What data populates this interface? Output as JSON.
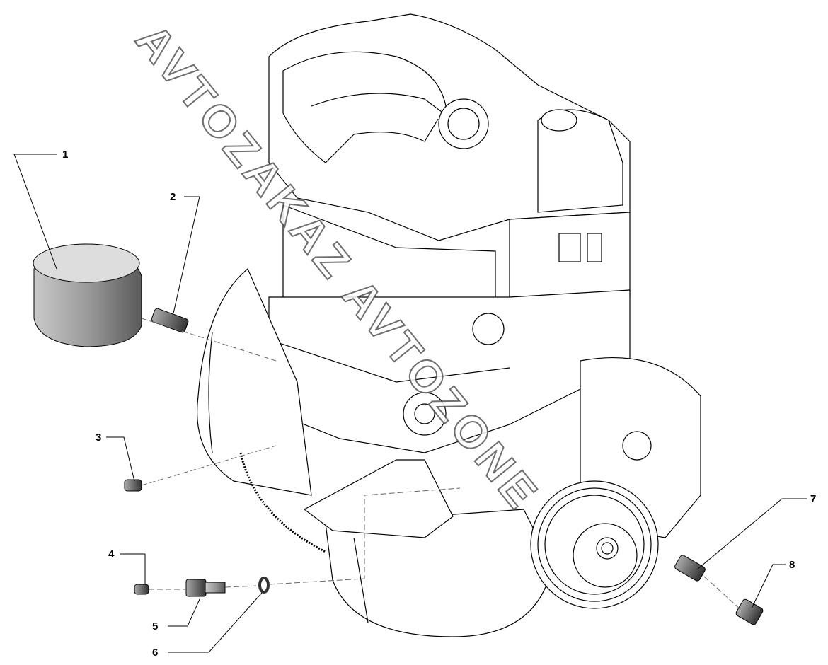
{
  "watermark": "AVTOZAKAZ AVTOZONE",
  "callouts": [
    "1",
    "2",
    "3",
    "4",
    "5",
    "6",
    "7",
    "8"
  ]
}
